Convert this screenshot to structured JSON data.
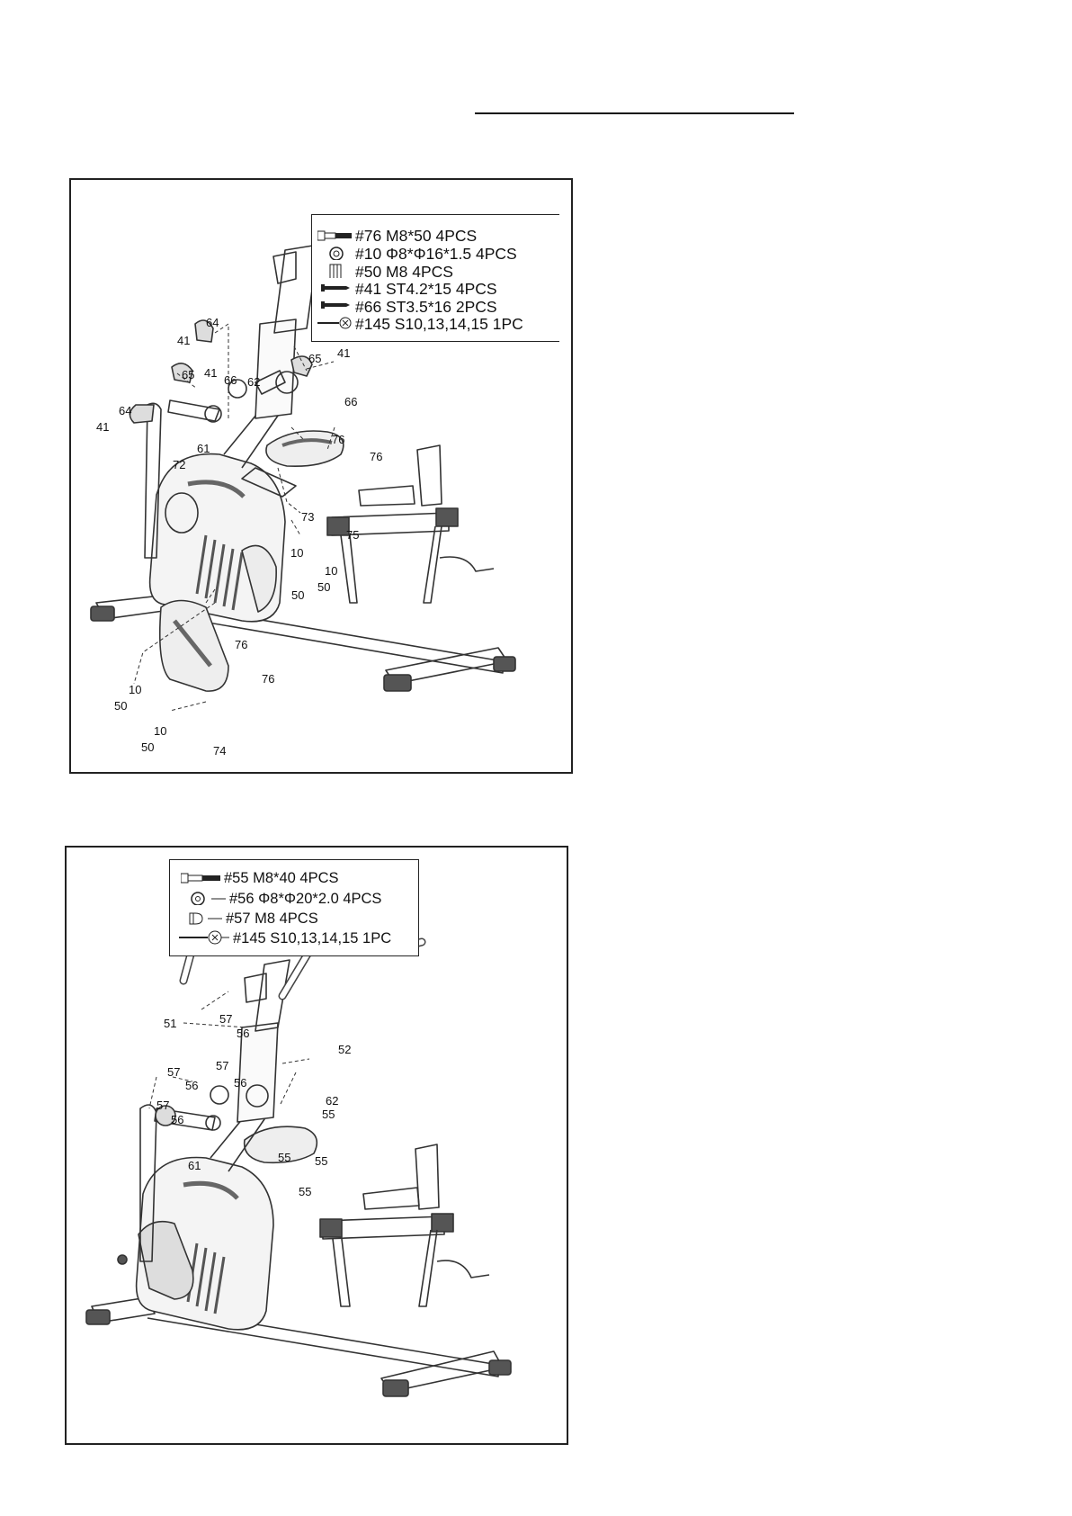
{
  "figures": [
    {
      "legend": [
        {
          "icon": "bolt-icon",
          "label": "#76 M8*50 4PCS"
        },
        {
          "icon": "washer-icon",
          "label": "#10 Φ8*Φ16*1.5 4PCS"
        },
        {
          "icon": "nut-icon",
          "label": "#50 M8 4PCS"
        },
        {
          "icon": "screw-icon",
          "label": "#41 ST4.2*15 4PCS"
        },
        {
          "icon": "screw-icon",
          "label": "#66 ST3.5*16 2PCS"
        },
        {
          "icon": "wrench-icon",
          "label": "#145 S10,13,14,15 1PC"
        }
      ],
      "callouts": [
        "64",
        "41",
        "41",
        "65",
        "66",
        "62",
        "65",
        "41",
        "66",
        "64",
        "41",
        "61",
        "72",
        "76",
        "76",
        "73",
        "75",
        "10",
        "10",
        "50",
        "50",
        "76",
        "76",
        "10",
        "50",
        "10",
        "50",
        "74"
      ]
    },
    {
      "legend": [
        {
          "icon": "bolt-icon",
          "label": "#55 M8*40 4PCS"
        },
        {
          "icon": "washer-icon",
          "label": "#56 Φ8*Φ20*2.0  4PCS"
        },
        {
          "icon": "cap-nut-icon",
          "label": "#57 M8 4PCS"
        },
        {
          "icon": "wrench-icon",
          "label": "#145 S10,13,14,15 1PC"
        }
      ],
      "callouts": [
        "51",
        "57",
        "56",
        "52",
        "57",
        "56",
        "57",
        "56",
        "62",
        "57",
        "56",
        "55",
        "61",
        "55",
        "55",
        "55"
      ]
    }
  ]
}
